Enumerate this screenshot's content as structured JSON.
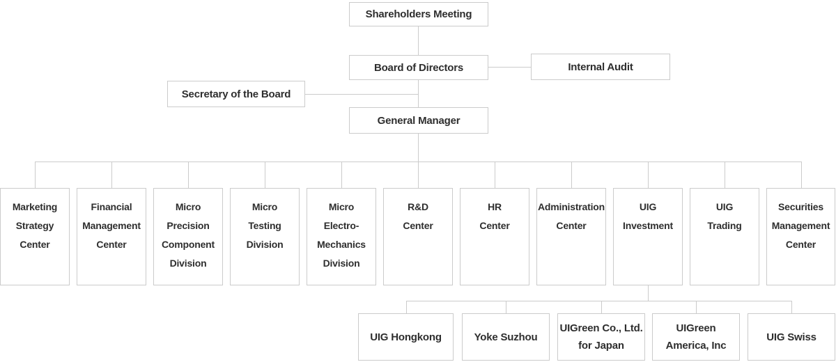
{
  "org_chart": {
    "colors": {
      "background": "#ffffff",
      "box_border": "#cbcbcb",
      "connector_line": "#cbcbcb",
      "text": "#2e2e2e"
    },
    "nodes": {
      "shareholders_meeting": {
        "label": "Shareholders Meeting"
      },
      "board_of_directors": {
        "label": "Board of Directors"
      },
      "internal_audit": {
        "label": "Internal Audit"
      },
      "secretary_of_the_board": {
        "label": "Secretary of the Board"
      },
      "general_manager": {
        "label": "General Manager"
      }
    },
    "departments": [
      {
        "label": "Marketing Strategy Center",
        "lines": [
          "Marketing",
          "Strategy",
          "Center"
        ]
      },
      {
        "label": "Financial Management Center",
        "lines": [
          "Financial",
          "Management",
          "Center"
        ]
      },
      {
        "label": "Micro Precision Component Division",
        "lines": [
          "Micro",
          "Precision",
          "Component",
          "Division"
        ]
      },
      {
        "label": "Micro Testing Division",
        "lines": [
          "Micro",
          "Testing",
          "Division"
        ]
      },
      {
        "label": "Micro Electro-Mechanics Division",
        "lines": [
          "Micro",
          "Electro-",
          "Mechanics",
          "Division"
        ]
      },
      {
        "label": "R&D Center",
        "lines": [
          "R&D",
          "Center"
        ]
      },
      {
        "label": "HR Center",
        "lines": [
          "HR",
          "Center"
        ]
      },
      {
        "label": "Administration Center",
        "lines": [
          "Administration",
          "Center"
        ]
      },
      {
        "label": "UIG Investment",
        "lines": [
          "UIG",
          "Investment"
        ]
      },
      {
        "label": "UIG Trading",
        "lines": [
          "UIG",
          "Trading"
        ]
      },
      {
        "label": "Securities Management Center",
        "lines": [
          "Securities",
          "Management",
          "Center"
        ]
      }
    ],
    "subsidiaries": [
      {
        "label": "UIG Hongkong",
        "lines": [
          "UIG Hongkong"
        ]
      },
      {
        "label": "Yoke Suzhou",
        "lines": [
          "Yoke Suzhou"
        ]
      },
      {
        "label": "UIGreen Co., Ltd. for Japan",
        "lines": [
          "UIGreen Co., Ltd.",
          "for Japan"
        ]
      },
      {
        "label": "UIGreen America, Inc",
        "lines": [
          "UIGreen",
          "America, Inc"
        ]
      },
      {
        "label": "UIG Swiss",
        "lines": [
          "UIG Swiss"
        ]
      }
    ],
    "edges": [
      {
        "from": "Shareholders Meeting",
        "to": "Board of Directors"
      },
      {
        "from": "Board of Directors",
        "to": "Internal Audit"
      },
      {
        "from": "Board of Directors",
        "to": "General Manager"
      },
      {
        "from": "Secretary of the Board",
        "to": "General Manager"
      },
      {
        "from": "General Manager",
        "to": "all departments"
      },
      {
        "from": "UIG Investment",
        "to": "all subsidiaries"
      }
    ]
  }
}
